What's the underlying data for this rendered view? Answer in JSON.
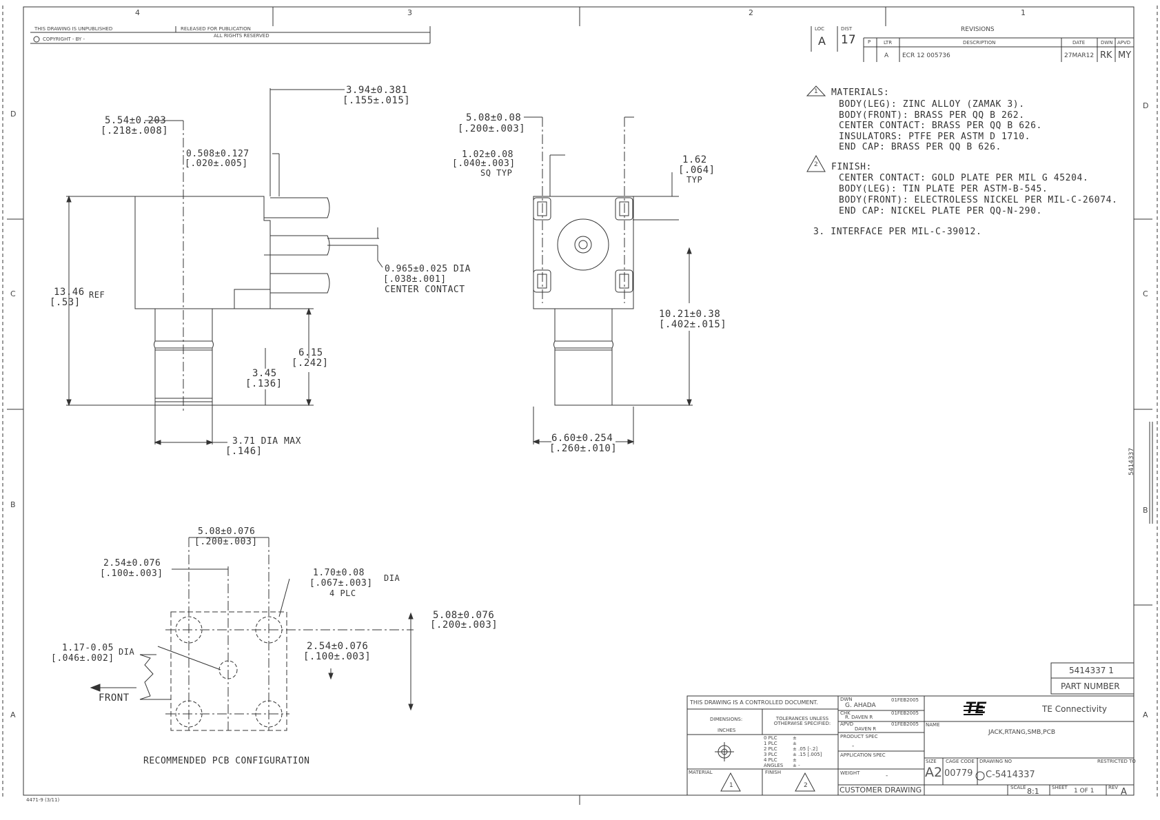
{
  "zones": {
    "top": [
      "4",
      "3",
      "2",
      "1"
    ],
    "right": [
      "D",
      "C",
      "B",
      "A"
    ],
    "left": [
      "D",
      "C",
      "B",
      "A"
    ]
  },
  "header": {
    "unpublished": "THIS DRAWING IS UNPUBLISHED",
    "released": "RELEASED FOR PUBLICATION",
    "copyright": "COPYRIGHT  -   BY -",
    "rights": "ALL RIGHTS RESERVED"
  },
  "revisions": {
    "title": "REVISIONS",
    "loc_label": "LOC",
    "loc_value": "A",
    "dist_label": "DIST",
    "dist_value": "17",
    "p_label": "P",
    "ltr_label": "LTR",
    "desc_label": "DESCRIPTION",
    "date_label": "DATE",
    "dwn_label": "DWN",
    "apvd_label": "APVD",
    "ltr": "A",
    "description": "ECR 12 005736",
    "date": "27MAR12",
    "dwn": "RK",
    "apvd": "MY"
  },
  "notes": {
    "note1_num": "1",
    "note1_title": "MATERIALS:",
    "note1_lines": [
      "BODY(LEG): ZINC ALLOY (ZAMAK 3).",
      "BODY(FRONT): BRASS PER QQ B 262.",
      "CENTER CONTACT: BRASS PER QQ B 626.",
      "INSULATORS: PTFE PER ASTM D 1710.",
      "END CAP: BRASS PER QQ B 626."
    ],
    "note2_num": "2",
    "note2_title": "FINISH:",
    "note2_lines": [
      "CENTER CONTACT: GOLD PLATE PER MIL G 45204.",
      "BODY(LEG): TIN PLATE PER ASTM-B-545.",
      "BODY(FRONT): ELECTROLESS NICKEL PER MIL-C-26074.",
      "END CAP: NICKEL PLATE PER QQ-N-290."
    ],
    "note3": "3.  INTERFACE PER MIL-C-39012."
  },
  "dims": {
    "d_394": "3.94±0.381",
    "d_394i": "[.155±.015]",
    "d_554": "5.54±0.203",
    "d_554i": "[.218±.008]",
    "d_0508": "0.508±0.127",
    "d_0508i": "[.020±.005]",
    "d_0965": "0.965±0.025 DIA",
    "d_0965i": "[.038±.001]",
    "d_0965c": "CENTER CONTACT",
    "d_1346": "13.46",
    "d_1346i": "[.53]",
    "d_1346r": "REF",
    "d_615": "6.15",
    "d_615i": "[.242]",
    "d_345": "3.45",
    "d_345i": "[.136]",
    "d_371": "3.71 DIA MAX",
    "d_371i": "[.146]",
    "d_508a": "5.08±0.08",
    "d_508ai": "[.200±.003]",
    "d_102": "1.02±0.08",
    "d_102i": "[.040±.003]",
    "d_102s": "SQ TYP",
    "d_162": "1.62",
    "d_162i": "[.064]",
    "d_162t": "TYP",
    "d_1021": "10.21±0.38",
    "d_1021i": "[.402±.015]",
    "d_660": "6.60±0.254",
    "d_660i": "[.260±.010]",
    "p_508": "5.08±0.076",
    "p_508i": "[.200±.003]",
    "p_254": "2.54±0.076",
    "p_254i": "[.100±.003]",
    "p_170": "1.70±0.08",
    "p_170i": "[.067±.003]",
    "p_170d": "DIA",
    "p_170p": "4 PLC",
    "p_508r": "5.08±0.076",
    "p_508ri": "[.200±.003]",
    "p_254r": "2.54±0.076",
    "p_254ri": "[.100±.003]",
    "p_117": "1.17-0.05",
    "p_117i": "[.046±.002]",
    "p_117d": "DIA",
    "front": "FRONT",
    "pcb_caption": "RECOMMENDED PCB CONFIGURATION"
  },
  "part_number_box": {
    "value": "5414337 1",
    "label": "PART NUMBER"
  },
  "vertical_part": "5414337",
  "title_block": {
    "controlled": "THIS DRAWING IS A CONTROLLED DOCUMENT.",
    "dimensions_label": "DIMENSIONS:",
    "dimensions_value": "INCHES",
    "tolerances": "TOLERANCES UNLESS OTHERWISE SPECIFIED:",
    "plc_labels": [
      "0 PLC",
      "1 PLC",
      "2 PLC",
      "3 PLC",
      "4 PLC",
      "ANGLES"
    ],
    "plc_values": [
      "±",
      "±",
      "± .05 [-.2]",
      "± .15 [.005]",
      "±",
      "± -"
    ],
    "material_label": "MATERIAL",
    "finish_label": "FINISH",
    "material_note": "1",
    "finish_note": "2",
    "dwn_label": "DWN",
    "dwn_name": "G. AHADA",
    "dwn_date": "01FEB2005",
    "chk_label": "CHK",
    "chk_name": "R. DAVEN R",
    "chk_date": "01FEB2005",
    "appvd_label": "APVD",
    "appvd_name": "DAVEN R",
    "appvd_date": "01FEB2005",
    "product_spec_label": "PRODUCT SPEC",
    "product_spec_value": "-",
    "application_spec_label": "APPLICATION SPEC",
    "weight_label": "WEIGHT",
    "weight_value": "-",
    "customer": "CUSTOMER DRAWING",
    "company": "TE Connectivity",
    "logo": "TE",
    "name_label": "NAME",
    "name_value": "JACK,RTANG,SMB,PCB",
    "size_label": "SIZE",
    "size_value": "A2",
    "cage_label": "CAGE CODE",
    "cage_value": "00779",
    "dwg_label": "DRAWING NO",
    "dwg_value": "C-5414337",
    "restricted": "RESTRICTED TO",
    "scale_label": "SCALE",
    "scale_value": "8:1",
    "sheet_label": "SHEET",
    "sheet_value": "1 OF 1",
    "rev_label": "REV",
    "rev_value": "A"
  },
  "form_id": "4471-9 (3/11)"
}
